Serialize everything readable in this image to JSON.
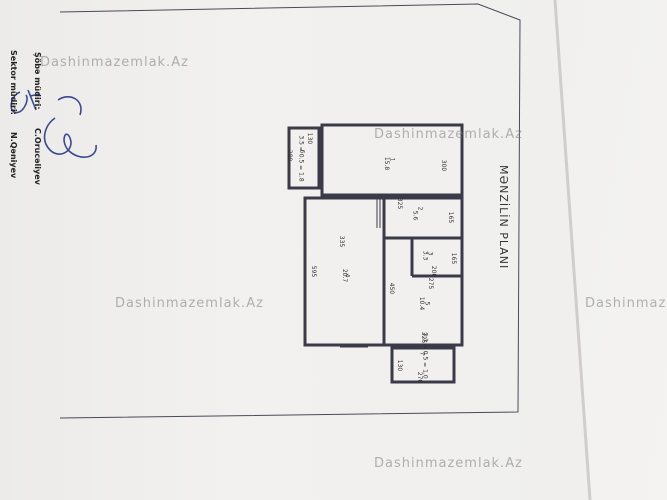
{
  "plan_title": "MƏNZİLİN PLANI",
  "watermark": "Dashinmazemlak.Az",
  "signatures": {
    "sobe_label": "Şöbə müdiri:",
    "sektor_label": "Sektor müdiri:",
    "name1": "C.Orucəliyev",
    "name2": "N.Qəniyev"
  },
  "rooms": {
    "r6_num": "6",
    "r6_area": "3.5 = 0.5 = 1.8",
    "r6_dim_a": "130",
    "r6_dim_b": "280",
    "r1_num": "1",
    "r1_area": "15.8",
    "r1_dim": "300",
    "r2_num": "2",
    "r2_area": "5.6",
    "r2_dim_a": "325",
    "r2_dim_b": "165",
    "r3_num": "3",
    "r3_area": "3.3",
    "r3_dim_a": "165",
    "r3_dim_b": "200",
    "r4_num": "4",
    "r4_area": "20.7",
    "r4_dim_a": "335",
    "r4_dim_b": "595",
    "r5_num": "5",
    "r5_area": "10.4",
    "r5_dim_a": "275",
    "r5_dim_b": "450",
    "r5_dim_c": "325",
    "r7_num": "7",
    "r7_area": "3.3 = 0.5 = 1.0",
    "r7_dim_a": "130",
    "r7_dim_b": "270"
  },
  "colors": {
    "ink": "#3a3a48",
    "watermark": "#8a8a8a"
  }
}
